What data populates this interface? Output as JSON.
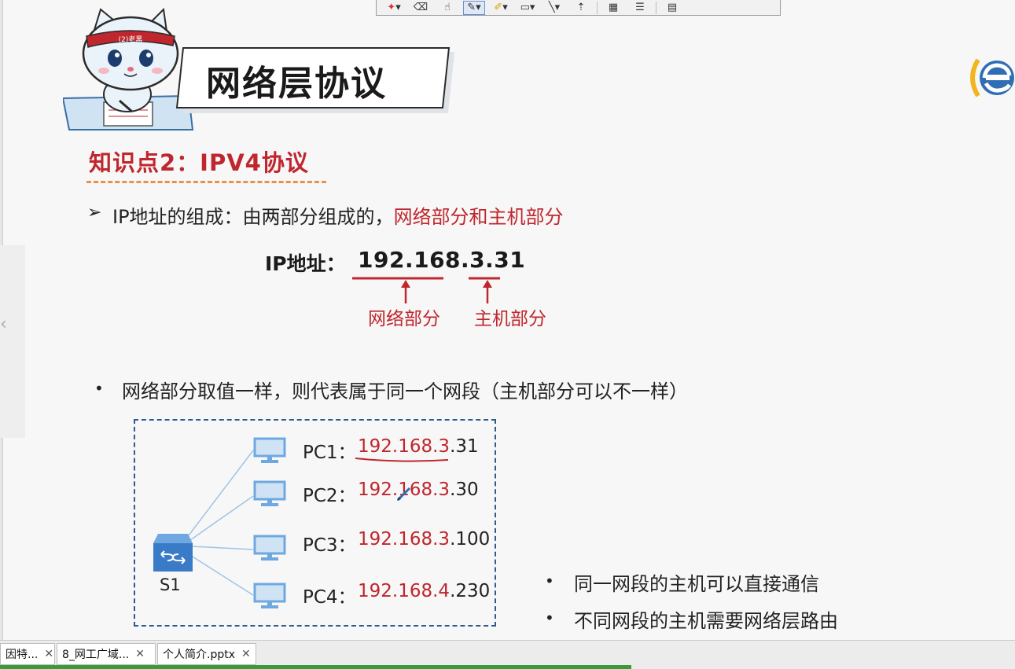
{
  "toolbar": {
    "buttons": [
      "laser-pointer",
      "eraser",
      "select",
      "pen",
      "highlighter",
      "shape",
      "line",
      "arrow",
      "fill",
      "lines",
      "pages"
    ]
  },
  "slide": {
    "title": "网络层协议",
    "kp_title": "知识点2：IPV4协议",
    "line1_prefix": "IP地址的组成：由两部分组成的，",
    "line1_highlight": "网络部分和主机部分",
    "ip_label": "IP地址：",
    "ip_value": "192.168.3.31",
    "network_part_label": "网络部分",
    "host_part_label": "主机部分",
    "line2": "网络部分取值一样，则代表属于同一个网段（主机部分可以不一样）",
    "switch_label": "S1",
    "pcs": [
      {
        "label": "PC1：",
        "net": "192.168.3",
        "host": ".31"
      },
      {
        "label": "PC2：",
        "net": "192.168.3",
        "host": ".30"
      },
      {
        "label": "PC3：",
        "net": "192.168.3",
        "host": ".100"
      },
      {
        "label": "PC4：",
        "net": "192.168.4",
        "host": ".230"
      }
    ],
    "notes": [
      "同一网段的主机可以直接通信",
      "不同网段的主机需要网络层路由"
    ]
  },
  "mascot_badge": "(2)老黑",
  "tabs": [
    {
      "label": "因特..."
    },
    {
      "label": "8_网工广域..."
    },
    {
      "label": "个人简介.pptx"
    }
  ],
  "colors": {
    "accent_red": "#c0262d",
    "dash_orange": "#e8914a",
    "diagram_blue": "#2e5a8c",
    "device_blue": "#3a7bc8"
  }
}
